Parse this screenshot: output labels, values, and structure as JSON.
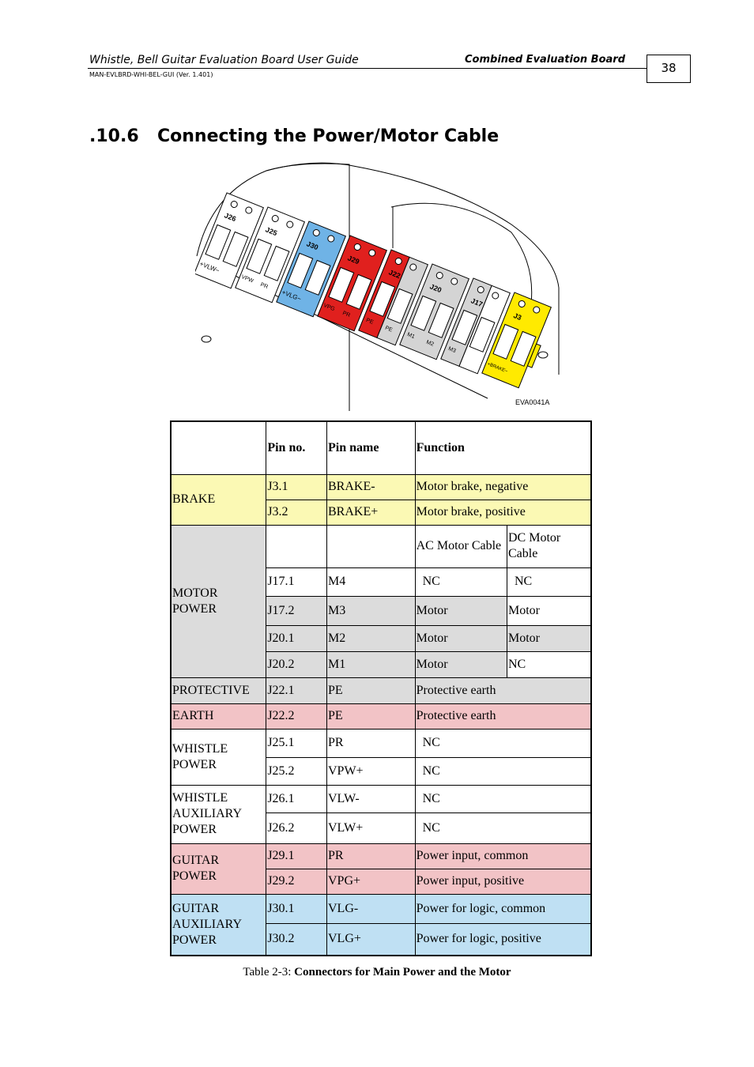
{
  "header": {
    "title": "Whistle, Bell Guitar Evaluation Board User Guide",
    "section": "Combined Evaluation Board",
    "doc_id": "MAN-EVLBRD-WHI-BEL-GUI (Ver. 1.401)",
    "page": "38"
  },
  "heading": {
    "number": ".10.6",
    "text": "Connecting the Power/Motor Cable"
  },
  "figure": {
    "id": "EVA0041A",
    "connectors": [
      "J26",
      "J25",
      "J30",
      "J29",
      "J22",
      "J20",
      "J17",
      "J3"
    ],
    "pin_labels": [
      "+VLW−",
      "VPW",
      "PR",
      "+VLG−",
      "VPG",
      "PR",
      "PE",
      "PE",
      "M1",
      "M2",
      "M3",
      "+BRAKE−"
    ]
  },
  "table": {
    "head": {
      "group": "",
      "pin_no": "Pin no.",
      "pin_name": "Pin name",
      "function": "Function"
    },
    "brake": {
      "group": "BRAKE",
      "rows": [
        {
          "pin": "J3.1",
          "name": "BRAKE-",
          "func": "Motor brake, negative"
        },
        {
          "pin": "J3.2",
          "name": "BRAKE+",
          "func": "Motor brake, positive"
        }
      ]
    },
    "motor": {
      "group": "MOTOR POWER",
      "ac_head": "AC Motor Cable",
      "dc_head": "DC Motor Cable",
      "rows": [
        {
          "pin": "J17.1",
          "name": "M4",
          "ac": "NC",
          "dc": "NC"
        },
        {
          "pin": "J17.2",
          "name": "M3",
          "ac": "Motor",
          "dc": "Motor"
        },
        {
          "pin": "J20.1",
          "name": "M2",
          "ac": "Motor",
          "dc": "Motor"
        },
        {
          "pin": "J20.2",
          "name": "M1",
          "ac": "Motor",
          "dc": "NC"
        }
      ]
    },
    "protective": {
      "group": "PROTECTIVE",
      "pin": "J22.1",
      "name": "PE",
      "func": "Protective earth"
    },
    "earth": {
      "group": "EARTH",
      "pin": "J22.2",
      "name": "PE",
      "func": "Protective earth"
    },
    "whistle_power": {
      "group": "WHISTLE POWER",
      "rows": [
        {
          "pin": "J25.1",
          "name": "PR",
          "func": "NC"
        },
        {
          "pin": "J25.2",
          "name": "VPW+",
          "func": "NC"
        }
      ]
    },
    "whistle_aux": {
      "group": "WHISTLE AUXILIARY POWER",
      "rows": [
        {
          "pin": "J26.1",
          "name": "VLW-",
          "func": "NC"
        },
        {
          "pin": "J26.2",
          "name": "VLW+",
          "func": "NC"
        }
      ]
    },
    "guitar_power": {
      "group": "GUITAR POWER",
      "rows": [
        {
          "pin": "J29.1",
          "name": "PR",
          "func": "Power input, common"
        },
        {
          "pin": "J29.2",
          "name": "VPG+",
          "func": "Power input, positive"
        }
      ]
    },
    "guitar_aux": {
      "group": "GUITAR AUXILIARY POWER",
      "rows": [
        {
          "pin": "J30.1",
          "name": "VLG-",
          "func": "Power for logic, common"
        },
        {
          "pin": "J30.2",
          "name": "VLG+",
          "func": "Power for logic, positive"
        }
      ]
    }
  },
  "caption": {
    "prefix": "Table 2-3: ",
    "text": "Connectors for Main Power and the Motor"
  },
  "colors": {
    "brake": "#fbf9b4",
    "motor": "#dcdcdc",
    "earth": "#f2c3c6",
    "guitar_aux": "#bfe0f3",
    "connector_blue": "#6fb3e6",
    "connector_red": "#e0201e",
    "connector_gray": "#d4d4d4",
    "connector_yellow": "#ffea00"
  }
}
